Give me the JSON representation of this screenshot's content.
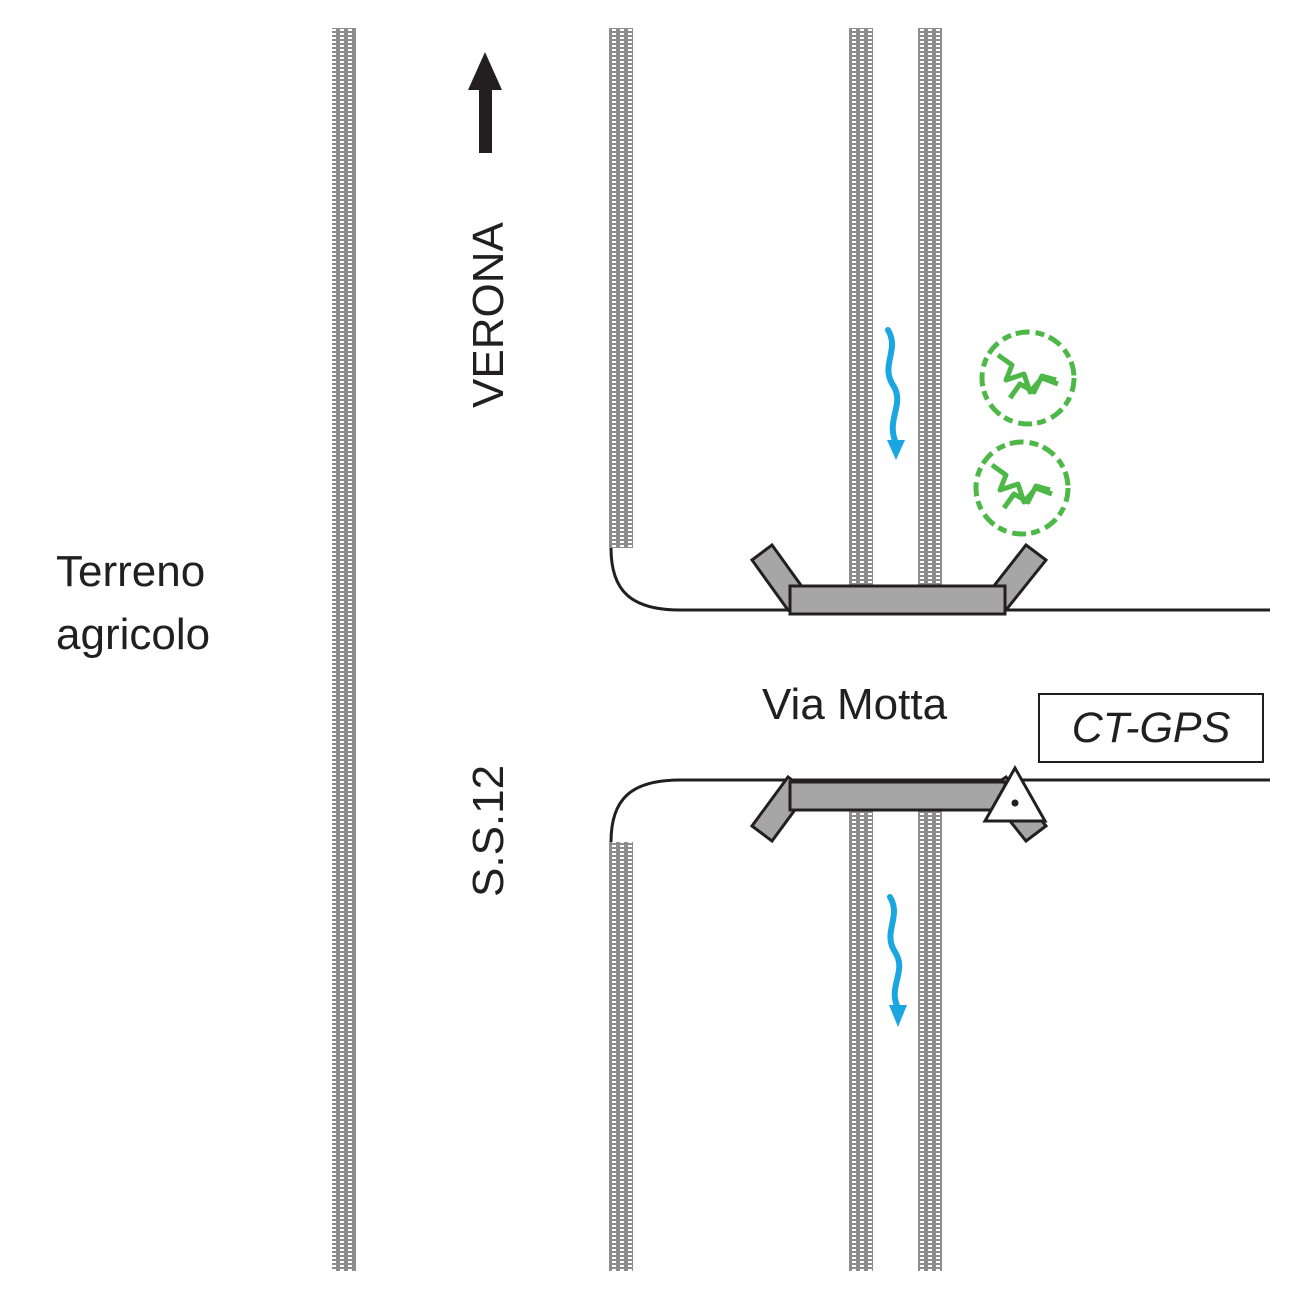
{
  "labels": {
    "field": [
      "Terreno",
      "agricolo"
    ],
    "direction": "VERONA",
    "main_road": "S.S.12",
    "side_road": "Via Motta",
    "station": "CT-GPS"
  },
  "icons": {
    "north_arrow": "arrow-up-icon",
    "water_flow": "wavy-arrow-down-icon",
    "tree": "tree-icon",
    "station": "triangle-station-icon"
  },
  "colors": {
    "ink": "#231f20",
    "ditch_fill": "#8d8d8d",
    "bridge_fill": "#a6a6a6",
    "water": "#1aa6e0",
    "tree": "#4db848"
  }
}
